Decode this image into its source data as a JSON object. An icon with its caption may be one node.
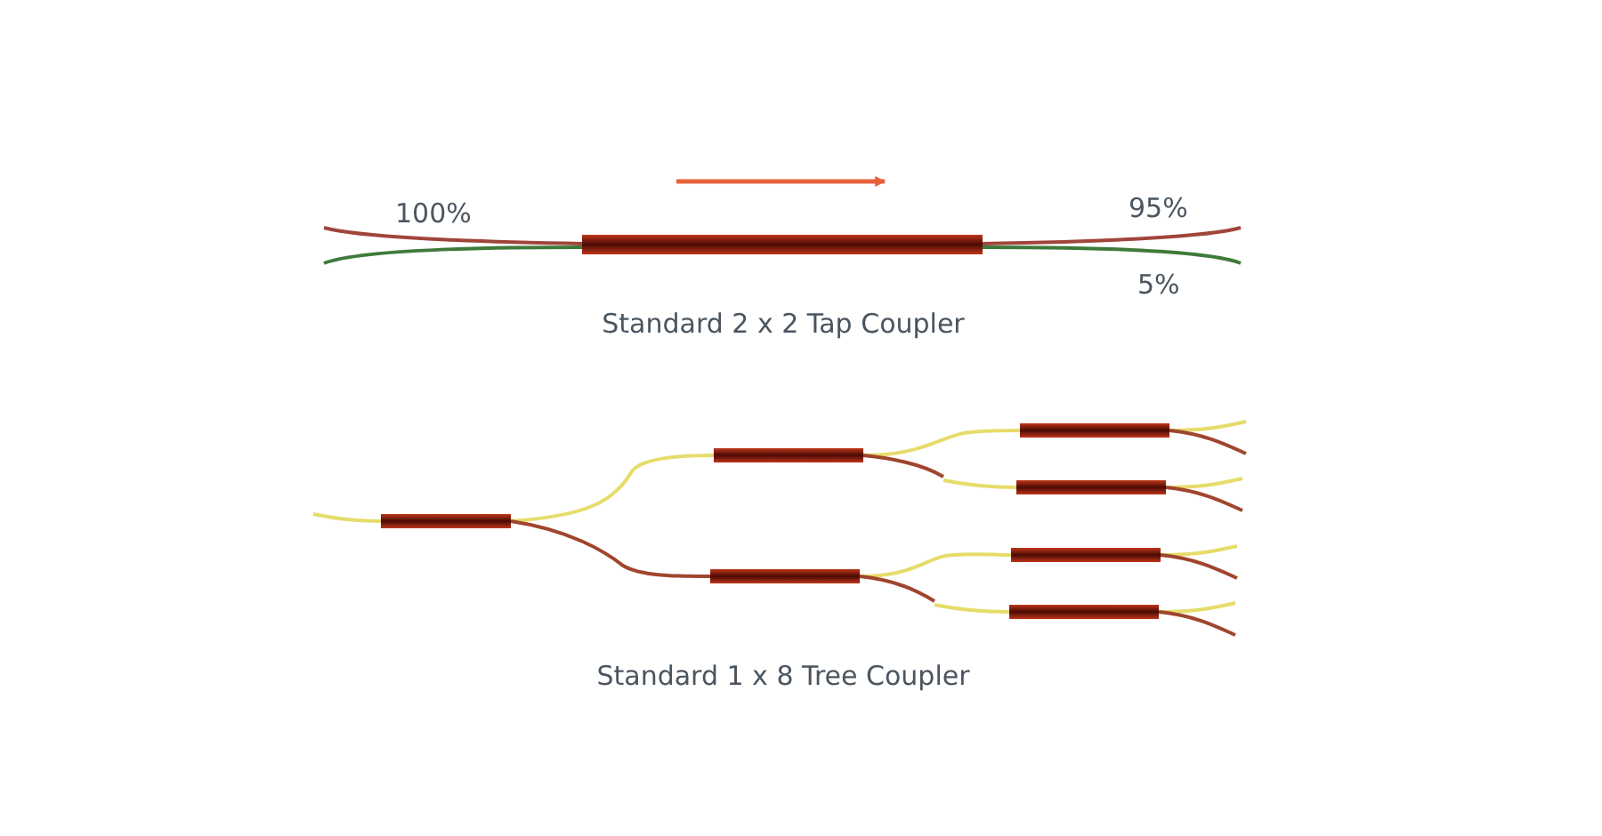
{
  "diagram": {
    "labels": [
      "100%",
      "95%",
      "5%",
      "Standard 2 x 2 Tap Coupler",
      "Standard 1 x 8 Tree Coupler"
    ]
  }
}
